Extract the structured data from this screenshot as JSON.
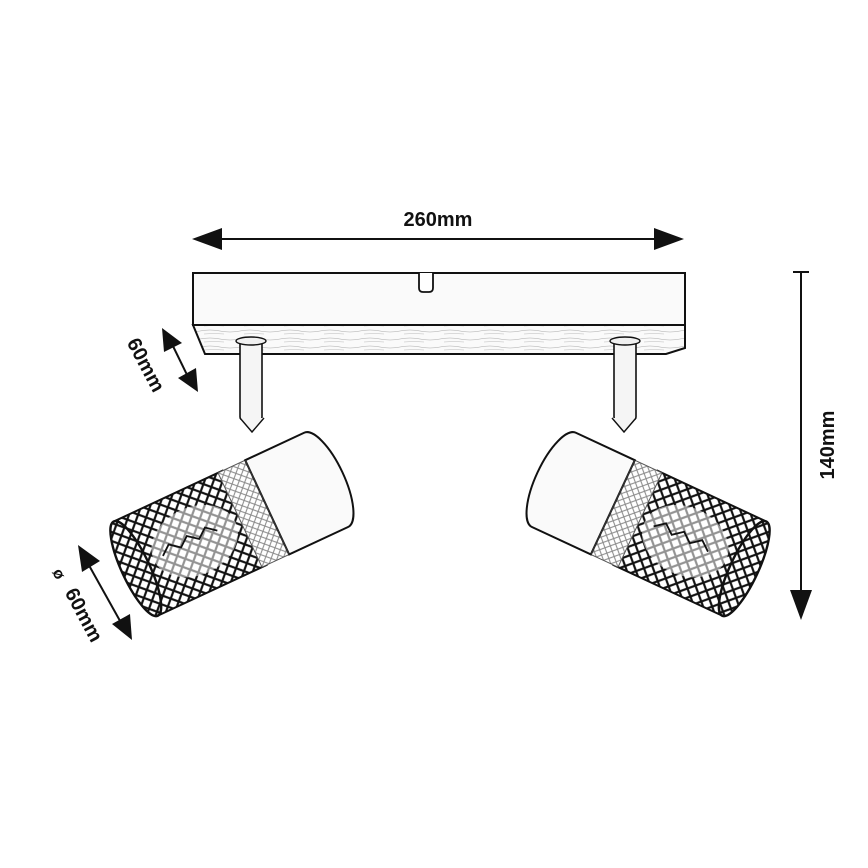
{
  "diagram": {
    "subject": "Two-spot ceiling light with wooden base and mesh shades",
    "dimensions": {
      "width": {
        "label": "260mm"
      },
      "height": {
        "label": "140mm"
      },
      "base_depth": {
        "label": "60mm"
      },
      "shade_diameter": {
        "symbol": "ø",
        "label": "60mm"
      }
    },
    "colors": {
      "line": "#111111",
      "background": "#ffffff",
      "fill": "#f7f7f7"
    }
  }
}
